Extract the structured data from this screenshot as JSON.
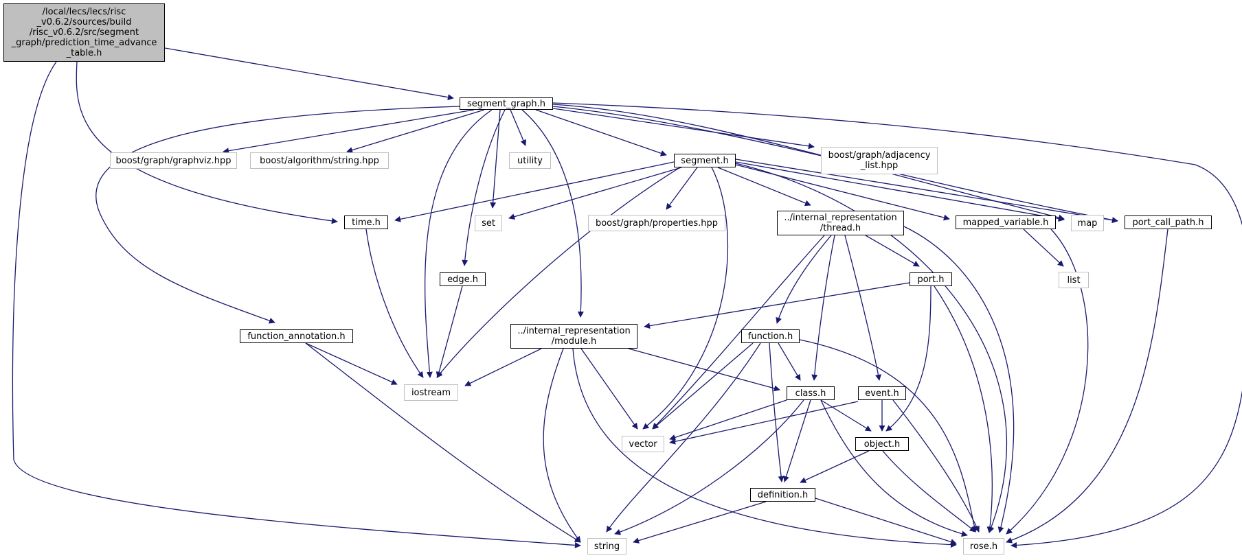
{
  "colors": {
    "edge": "#191970",
    "node_border": "#000000",
    "external_border": "#bfbfbf",
    "root_fill": "#bfbfbf"
  },
  "nodes": {
    "root": "/local/lecs/lecs/risc\n_v0.6.2/sources/build\n/risc_v0.6.2/src/segment\n_graph/prediction_time_advance\n_table.h",
    "segment_graph": "segment_graph.h",
    "boost_graphviz": "boost/graph/graphviz.hpp",
    "boost_string": "boost/algorithm/string.hpp",
    "utility": "utility",
    "boost_adjacency": "boost/graph/adjacency\n_list.hpp",
    "segment": "segment.h",
    "time": "time.h",
    "set": "set",
    "boost_properties": "boost/graph/properties.hpp",
    "thread": "../internal_representation\n/thread.h",
    "mapped_variable": "mapped_variable.h",
    "map": "map",
    "port_call_path": "port_call_path.h",
    "edge": "edge.h",
    "port": "port.h",
    "list": "list",
    "function_annotation": "function_annotation.h",
    "module": "../internal_representation\n/module.h",
    "function": "function.h",
    "iostream": "iostream",
    "class": "class.h",
    "event": "event.h",
    "vector": "vector",
    "object": "object.h",
    "definition": "definition.h",
    "string": "string",
    "rose": "rose.h"
  }
}
